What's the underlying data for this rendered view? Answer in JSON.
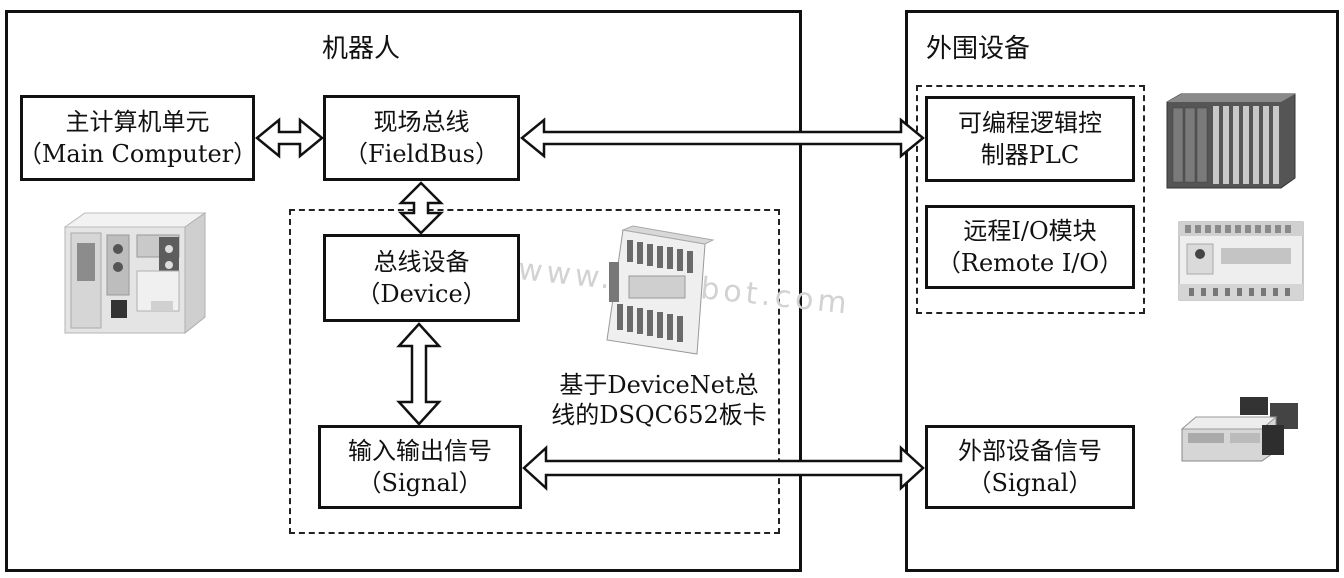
{
  "robot": {
    "title": "机器人",
    "main_computer": {
      "line1": "主计算机单元",
      "line2": "（Main Computer）"
    },
    "fieldbus": {
      "line1": "现场总线",
      "line2": "（FieldBus）"
    },
    "device": {
      "line1": "总线设备",
      "line2": "（Device）"
    },
    "signal": {
      "line1": "输入输出信号",
      "line2": "（Signal）"
    },
    "board_caption": {
      "line1": "基于DeviceNet总",
      "line2": "线的DSQC652板卡"
    }
  },
  "peripheral": {
    "title": "外围设备",
    "plc": {
      "line1": "可编程逻辑控",
      "line2": "制器PLC"
    },
    "remote_io": {
      "line1": "远程I/O模块",
      "line2": "（Remote I/O）"
    },
    "external_signal": {
      "line1": "外部设备信号",
      "line2": "（Signal）"
    }
  },
  "watermark": "www.zr-robot.com"
}
